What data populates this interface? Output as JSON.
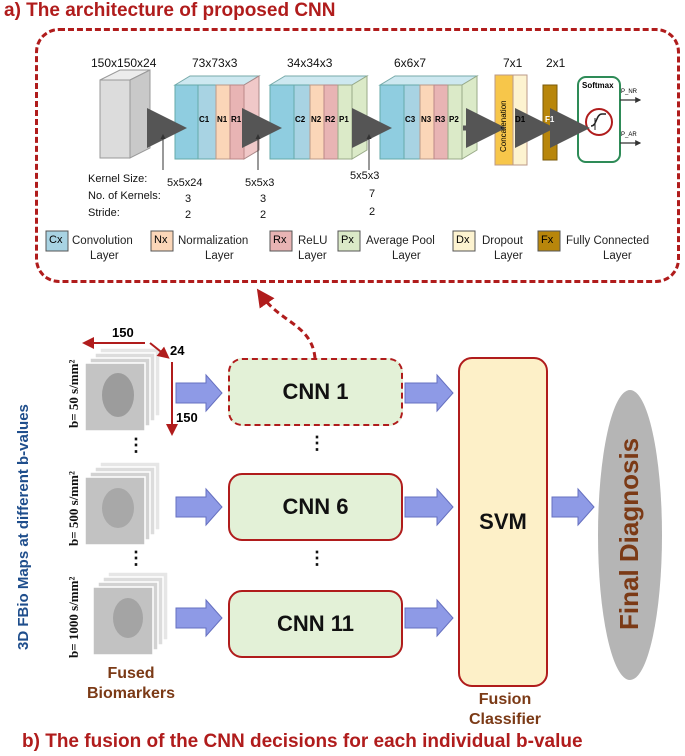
{
  "title_a": "a) The architecture of proposed CNN",
  "title_b": "b) The fusion of the CNN decisions for each individual b-value",
  "dims": {
    "input": "150x150x24",
    "block1": "73x73x3",
    "block2": "34x34x3",
    "block3": "6x6x7",
    "concat": "7x1",
    "fc": "2x1"
  },
  "layer_labels": {
    "c1": "C1",
    "n1": "N1",
    "r1": "R1",
    "c2": "C2",
    "n2": "N2",
    "r2": "R2",
    "p1": "P1",
    "c3": "C3",
    "n3": "N3",
    "r3": "R3",
    "p2": "P2",
    "concatenation": "Concatenation",
    "d1": "D1",
    "f1": "F1",
    "softmax": "Softmax",
    "p_nr": "P_NR",
    "p_ar": "P_AR"
  },
  "params": {
    "kernel_size_label": "Kernel Size:",
    "num_kernels_label": "No. of Kernels:",
    "stride_label": "Stride:",
    "k1": "5x5x24",
    "n1": "3",
    "s1": "2",
    "k2": "5x5x3",
    "n2": "3",
    "s2": "2",
    "k3": "5x5x3",
    "n3": "7",
    "s3": "2"
  },
  "legend": [
    {
      "abbr": "Cx",
      "line1": "Convolution",
      "line2": "Layer",
      "color": "#a8d3e3"
    },
    {
      "abbr": "Nx",
      "line1": "Normalization",
      "line2": "Layer",
      "color": "#fbd6b8"
    },
    {
      "abbr": "Rx",
      "line1": "ReLU",
      "line2": "Layer",
      "color": "#e8b4b4"
    },
    {
      "abbr": "Px",
      "line1": "Average Pool",
      "line2": "Layer",
      "color": "#dbeac8"
    },
    {
      "abbr": "Dx",
      "line1": "Dropout",
      "line2": "Layer",
      "color": "#fdf3d0"
    },
    {
      "abbr": "Fx",
      "line1": "Fully Connected",
      "line2": "Layer",
      "color": "#b8860b"
    }
  ],
  "fusion": {
    "cnn1": "CNN 1",
    "cnn6": "CNN 6",
    "cnn11": "CNN 11",
    "svm": "SVM",
    "final": "Final Diagnosis",
    "fused_line1": "Fused",
    "fused_line2": "Biomarkers",
    "fusion_line1": "Fusion",
    "fusion_line2": "Classifier",
    "side_label": "3D FBio Maps at different b-values",
    "b1": "b= 50 s/mm²",
    "b6": "b= 500 s/mm²",
    "b11": "b= 1000 s/mm²",
    "dim_w": "150",
    "dim_d": "24",
    "dim_h": "150",
    "dots": "⋮"
  }
}
